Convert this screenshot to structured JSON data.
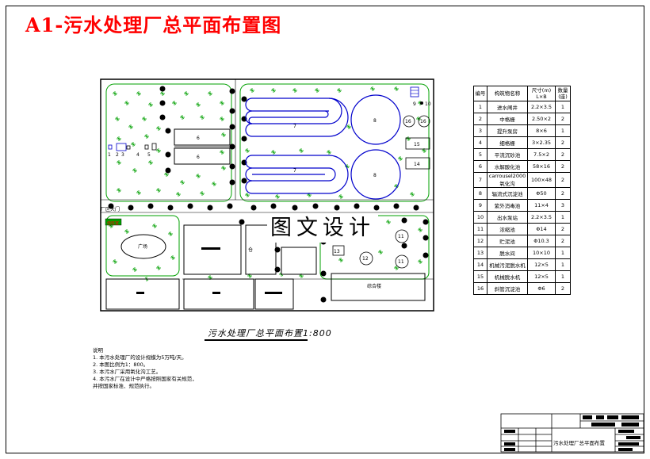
{
  "title": "A1-污水处理厂总平面布置图",
  "plan_caption": "污水处理厂总平面布置1:800",
  "watermark": "图文设计",
  "notes": [
    "说明",
    "1. 本污水处理厂的设计规模为5万吨/天。",
    "2. 本图比例为1：800。",
    "3. 本污水厂采用氧化沟工艺。",
    "4. 本污水厂在设计中严格按照国家有关规范，",
    "并按国家标准、规范执行。"
  ],
  "legend": {
    "headers": [
      "编号",
      "构筑物名称",
      "尺寸(m)\nL×B",
      "数量\n(座)"
    ],
    "rows": [
      [
        "1",
        "进水闸井",
        "2.2×3.5",
        "1"
      ],
      [
        "2",
        "中格栅",
        "2.50×2",
        "2"
      ],
      [
        "3",
        "提升泵房",
        "8×6",
        "1"
      ],
      [
        "4",
        "细格栅",
        "3×2.35",
        "2"
      ],
      [
        "5",
        "平流沉砂池",
        "7.5×2",
        "2"
      ],
      [
        "6",
        "水解酸化池",
        "58×16",
        "2"
      ],
      [
        "7",
        "carrousel2000氧化沟",
        "100×48",
        "2"
      ],
      [
        "8",
        "辐流式沉淀池",
        "Φ50",
        "2"
      ],
      [
        "9",
        "紫外消毒池",
        "11×4",
        "3"
      ],
      [
        "10",
        "出水泵站",
        "2.2×3.5",
        "1"
      ],
      [
        "11",
        "浓缩池",
        "Φ14",
        "2"
      ],
      [
        "12",
        "贮泥池",
        "Φ10.3",
        "2"
      ],
      [
        "13",
        "脱水间",
        "10×10",
        "1"
      ],
      [
        "14",
        "机械污泥脱水机",
        "12×5",
        "1"
      ],
      [
        "15",
        "机械脱水机",
        "12×5",
        "1"
      ],
      [
        "16",
        "斜管沉淀池",
        "Φ6",
        "2"
      ]
    ]
  },
  "plan_labels": {
    "n1": "1",
    "n2": "2",
    "n3": "3",
    "n4": "4",
    "n5": "5",
    "n6a": "6",
    "n6b": "6",
    "n7a": "7",
    "n7b": "7",
    "n8a": "8",
    "n8b": "8",
    "n9": "9",
    "n10": "10",
    "n11a": "11",
    "n11b": "11",
    "n12": "12",
    "n13": "13",
    "n14": "14",
    "n15": "15",
    "n16a": "16",
    "n16b": "16",
    "gate": "厂区大门",
    "guard": "值班室",
    "plaza": "广场",
    "office": "仓",
    "bldg": "综合楼"
  },
  "title_block": {
    "drawing_name": "污水处理厂总平面布置"
  },
  "colors": {
    "title": "#ff0000",
    "trees": "#00a000",
    "tanks": "#0000cc"
  }
}
